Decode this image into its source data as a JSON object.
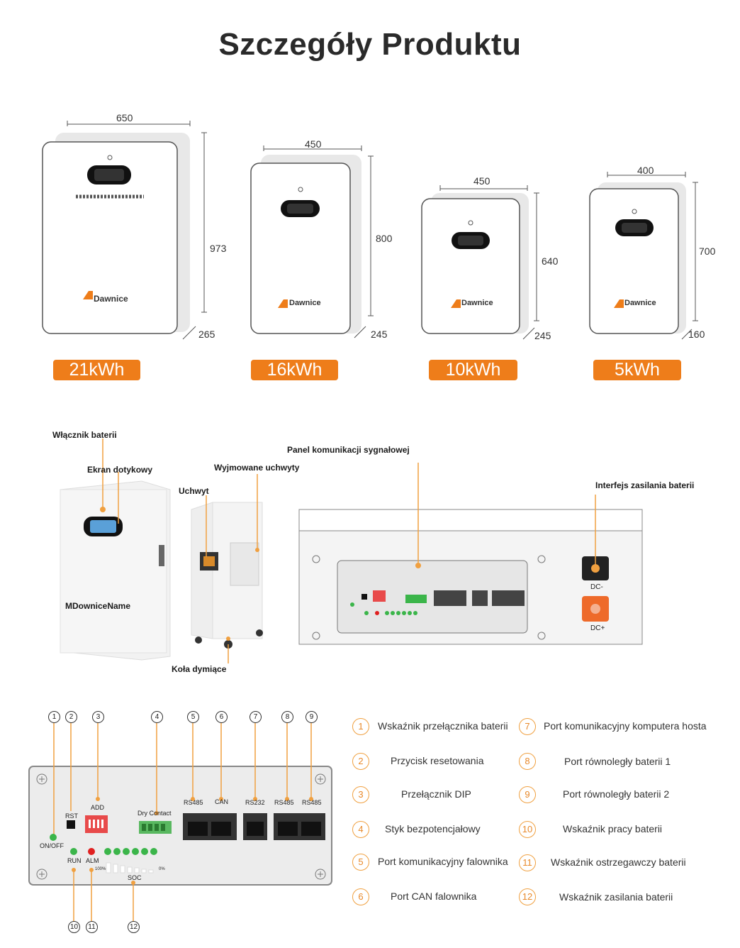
{
  "title": "Szczegóły Produktu",
  "products": [
    {
      "width": "650",
      "height": "973",
      "depth": "265",
      "capacity": "21kWh",
      "brand": "Dawnice"
    },
    {
      "width": "450",
      "height": "800",
      "depth": "245",
      "capacity": "16kWh",
      "brand": "Dawnice"
    },
    {
      "width": "450",
      "height": "640",
      "depth": "245",
      "capacity": "10kWh",
      "brand": "Dawnice"
    },
    {
      "width": "400",
      "height": "700",
      "depth": "160",
      "capacity": "5kWh",
      "brand": "Dawnice"
    }
  ],
  "callouts": {
    "battery_switch": "Włącznik baterii",
    "touch_screen": "Ekran dotykowy",
    "removable_handles": "Wyjmowane uchwyty",
    "handle": "Uchwyt",
    "wheels": "Koła dymiące",
    "model_name": "MDowniceName",
    "signal_panel": "Panel komunikacji sygnałowej",
    "power_interface": "Interfejs zasilania baterii"
  },
  "panel_labels": {
    "rst": "RST",
    "add": "ADD",
    "dry_contact": "Dry Contact",
    "on_off": "ON/OFF",
    "run": "RUN",
    "alm": "ALM",
    "soc": "SOC",
    "soc_max": "100%",
    "soc_min": "0%",
    "rs485": "RS485",
    "can": "CAN",
    "rs232": "RS232",
    "dc_minus": "DC-",
    "dc_plus": "DC+"
  },
  "marker_numbers": [
    "1",
    "2",
    "3",
    "4",
    "5",
    "6",
    "7",
    "8",
    "9",
    "10",
    "11",
    "12"
  ],
  "legend": [
    {
      "num": "1",
      "text": "Wskaźnik przełącznika baterii"
    },
    {
      "num": "2",
      "text": "Przycisk resetowania"
    },
    {
      "num": "3",
      "text": "Przełącznik DIP"
    },
    {
      "num": "4",
      "text": "Styk bezpotencjałowy"
    },
    {
      "num": "5",
      "text": "Port komunikacyjny falownika"
    },
    {
      "num": "6",
      "text": "Port CAN falownika"
    },
    {
      "num": "7",
      "text": "Port komunikacyjny komputera hosta"
    },
    {
      "num": "8",
      "text": "Port równoległy baterii 1"
    },
    {
      "num": "9",
      "text": "Port równoległy baterii 2"
    },
    {
      "num": "10",
      "text": "Wskaźnik pracy baterii"
    },
    {
      "num": "11",
      "text": "Wskaźnik ostrzegawczy baterii"
    },
    {
      "num": "12",
      "text": "Wskaźnik zasilania baterii"
    }
  ],
  "colors": {
    "accent": "#ee7d1a",
    "led_green": "#3bb54a",
    "led_red": "#e02020",
    "dip_red": "#e84a4a"
  }
}
